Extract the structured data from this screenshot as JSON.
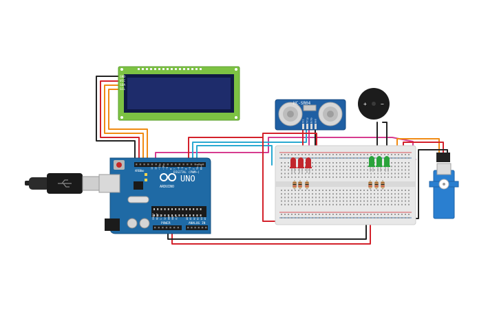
{
  "colors": {
    "background": "#ffffff",
    "board": "#1f6aa5",
    "board_dark": "#17507f",
    "lcd_pcb": "#7cc243",
    "lcd_screen": "#1e2c6b",
    "breadboard": "#e8e8e8",
    "sensor": "#1f5fa3",
    "servo": "#2a7fd0",
    "buzzer": "#1c1c1c",
    "wire_red": "#d3202a",
    "wire_black": "#222222",
    "wire_orange": "#f08a12",
    "wire_magenta": "#d63b8f",
    "wire_cyan": "#29a9d1",
    "led_red": "#c2272d",
    "led_green": "#2aa33b"
  },
  "lcd": {
    "pins": [
      "GND",
      "VCC",
      "SDA",
      "SCL"
    ]
  },
  "sensor": {
    "label": "HC-SR04",
    "pins": [
      "Vcc",
      "Trig",
      "Echo",
      "Gnd"
    ]
  },
  "buzzer": {
    "plus": "+",
    "minus": "−"
  },
  "arduino": {
    "brand": "ARDUINO",
    "model": "UNO",
    "digital_label": "DIGITAL (PWM~)",
    "power_label": "POWER",
    "analog_label": "ANALOG IN",
    "aref": "AREF",
    "gnd": "GND",
    "pwr_pins": [
      "IOREF",
      "RESET",
      "3.3V",
      "5V",
      "GND",
      "GND",
      "Vin"
    ],
    "analog_pins": [
      "A0",
      "A1",
      "A2",
      "A3",
      "A4",
      "A5"
    ],
    "digital_pins": [
      "13",
      "12",
      "~11",
      "~10",
      "~9",
      "8",
      "7",
      "~6",
      "~5",
      "4",
      "~3",
      "2",
      "TX→1",
      "RX←0"
    ]
  },
  "leds": {
    "red_count": 3,
    "green_count": 3
  }
}
